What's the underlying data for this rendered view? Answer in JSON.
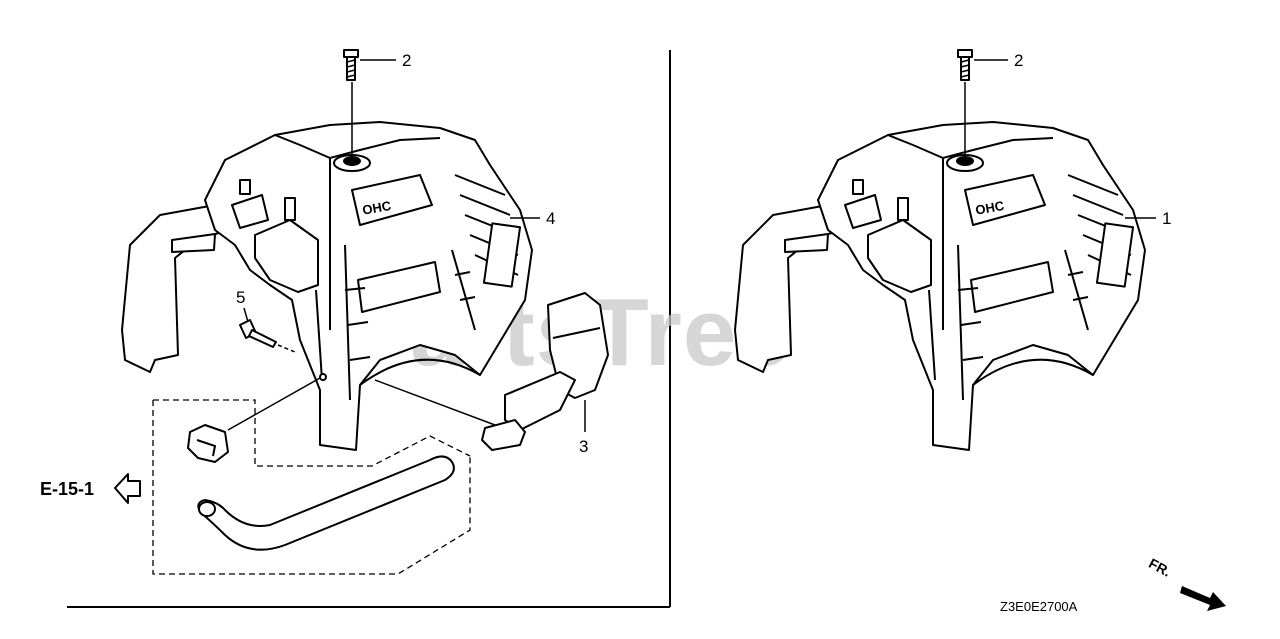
{
  "watermark": "PartsTree",
  "left_panel": {
    "callouts": {
      "bolt": "2",
      "cover": "4",
      "screw": "5",
      "knob": "3"
    },
    "reference": "E-15-1"
  },
  "right_panel": {
    "callouts": {
      "bolt": "2",
      "cover": "1"
    }
  },
  "footer": {
    "diagram_code": "Z3E0E2700A",
    "direction_label": "FR."
  }
}
